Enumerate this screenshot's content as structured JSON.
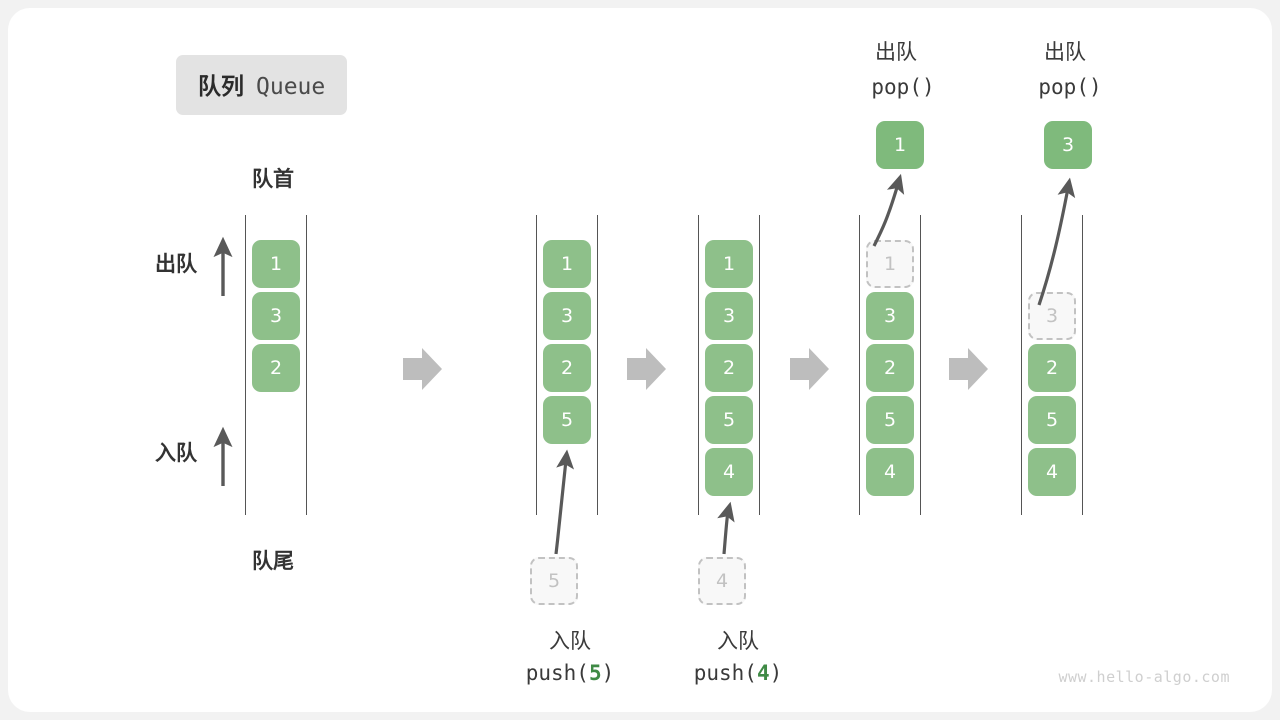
{
  "title": {
    "cn": "队列",
    "en": "Queue"
  },
  "labels": {
    "head": "队首",
    "tail": "队尾",
    "dequeue": "出队",
    "enqueue": "入队"
  },
  "watermark": "www.hello-algo.com",
  "colors": {
    "item_green": "#8ec08a",
    "popped_green": "#7fba7c",
    "accent_green_text": "#3f8a45",
    "ghost_fill": "#f8f8f8",
    "ghost_border": "#c2c2c2",
    "rail": "#555555",
    "arrow": "#595959",
    "block_arrow": "#bdbdbd",
    "badge_bg": "#e3e3e3",
    "card_bg": "#ffffff",
    "page_bg": "#f2f2f2",
    "watermark": "#cfcfcf"
  },
  "icons": {
    "step_arrow": "block-right-arrow-icon",
    "dequeue_arrow": "up-arrow-icon",
    "enqueue_arrow": "up-arrow-icon",
    "push_arrow": "curved-up-arrow-icon",
    "pop_arrow": "curved-up-arrow-icon"
  },
  "columns": [
    {
      "id": "initial",
      "items": [
        "1",
        "3",
        "2"
      ],
      "ghost": null,
      "popped": null,
      "side_labels": [
        "出队",
        "入队"
      ],
      "top_caption": null,
      "bottom_caption": null
    },
    {
      "id": "push-5",
      "items": [
        "1",
        "3",
        "2",
        "5"
      ],
      "ghost": {
        "value": "5",
        "position": "below"
      },
      "popped": null,
      "top_caption": null,
      "bottom_caption": {
        "cn": "入队",
        "fn_prefix": "push(",
        "fn_arg": "5",
        "fn_suffix": ")"
      }
    },
    {
      "id": "push-4",
      "items": [
        "1",
        "3",
        "2",
        "5",
        "4"
      ],
      "ghost": {
        "value": "4",
        "position": "below"
      },
      "popped": null,
      "top_caption": null,
      "bottom_caption": {
        "cn": "入队",
        "fn_prefix": "push(",
        "fn_arg": "4",
        "fn_suffix": ")"
      }
    },
    {
      "id": "pop-1",
      "items": [
        "3",
        "2",
        "5",
        "4"
      ],
      "ghost": {
        "value": "1",
        "position": "slot-0"
      },
      "popped": "1",
      "top_caption": {
        "cn": "出队",
        "fn": "pop()"
      },
      "bottom_caption": null
    },
    {
      "id": "pop-3",
      "items": [
        "2",
        "5",
        "4"
      ],
      "ghost": {
        "value": "3",
        "position": "slot-1"
      },
      "popped": "3",
      "top_caption": {
        "cn": "出队",
        "fn": "pop()"
      },
      "bottom_caption": null
    }
  ],
  "step_arrows": 4
}
